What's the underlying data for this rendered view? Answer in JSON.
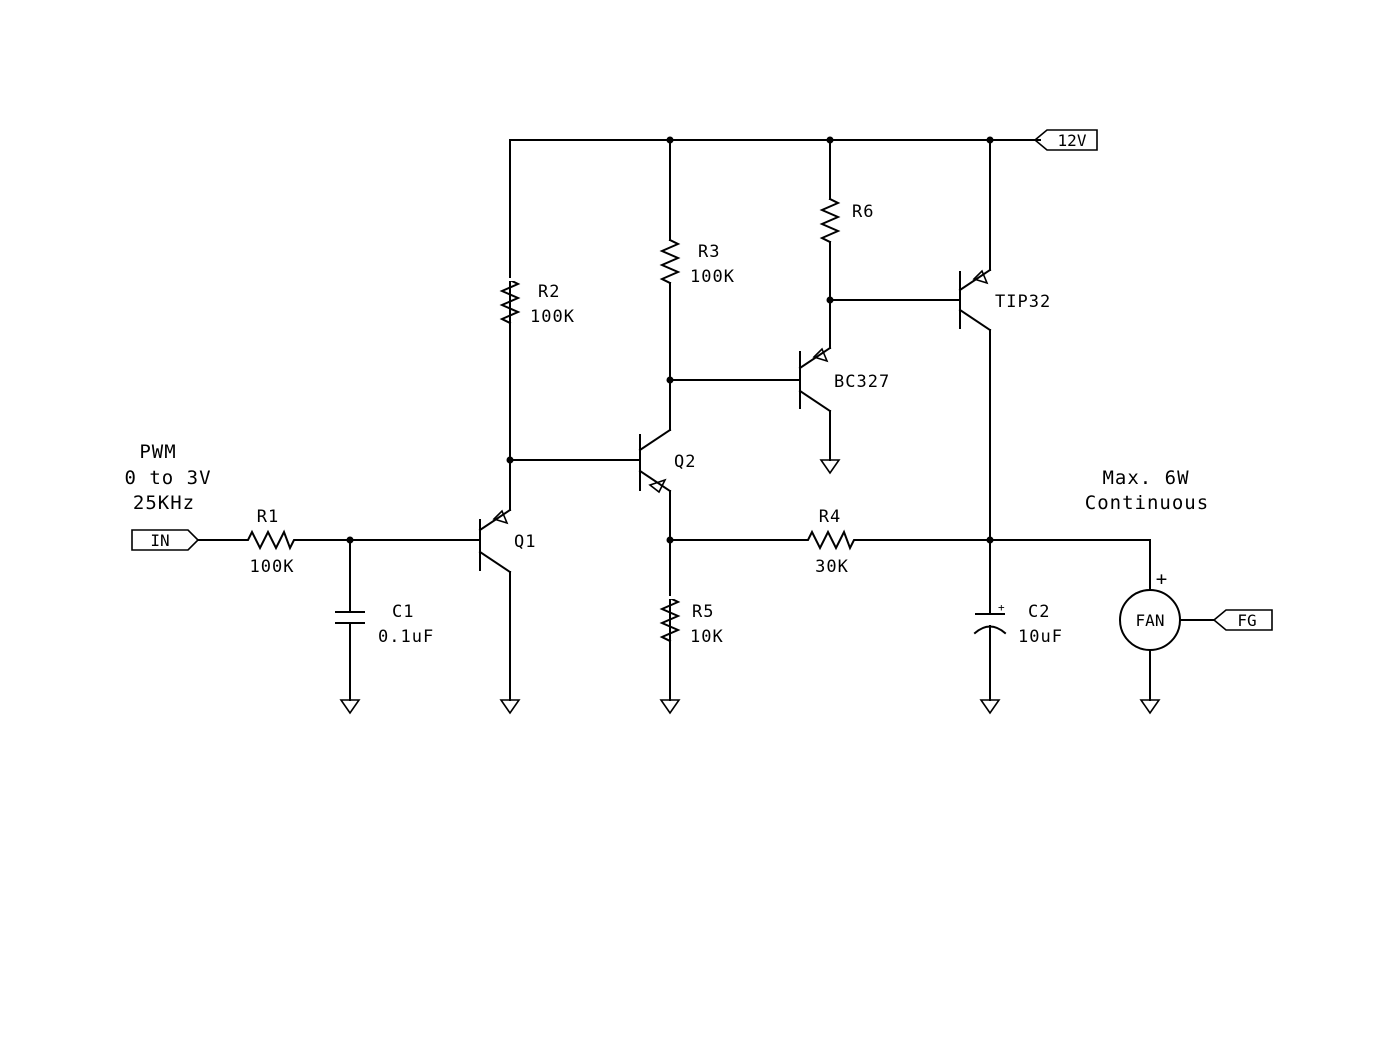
{
  "power": {
    "rail": "12V"
  },
  "input": {
    "port": "IN",
    "note": [
      "PWM",
      "0 to 3V",
      "25KHz"
    ]
  },
  "tach": {
    "port": "FG"
  },
  "fan": {
    "label": "FAN",
    "polarity": "+"
  },
  "load_note": [
    "Max. 6W",
    "Continuous"
  ],
  "resistors": {
    "R1": {
      "ref": "R1",
      "value": "100K"
    },
    "R2": {
      "ref": "R2",
      "value": "100K"
    },
    "R3": {
      "ref": "R3",
      "value": "100K"
    },
    "R4": {
      "ref": "R4",
      "value": "30K"
    },
    "R5": {
      "ref": "R5",
      "value": "10K"
    },
    "R6": {
      "ref": "R6"
    }
  },
  "capacitors": {
    "C1": {
      "ref": "C1",
      "value": "0.1uF"
    },
    "C2": {
      "ref": "C2",
      "value": "10uF",
      "polarity": "+"
    }
  },
  "transistors": {
    "Q1": {
      "ref": "Q1"
    },
    "Q2": {
      "ref": "Q2"
    },
    "Q3": {
      "ref": "BC327"
    },
    "Q4": {
      "ref": "TIP32"
    }
  }
}
